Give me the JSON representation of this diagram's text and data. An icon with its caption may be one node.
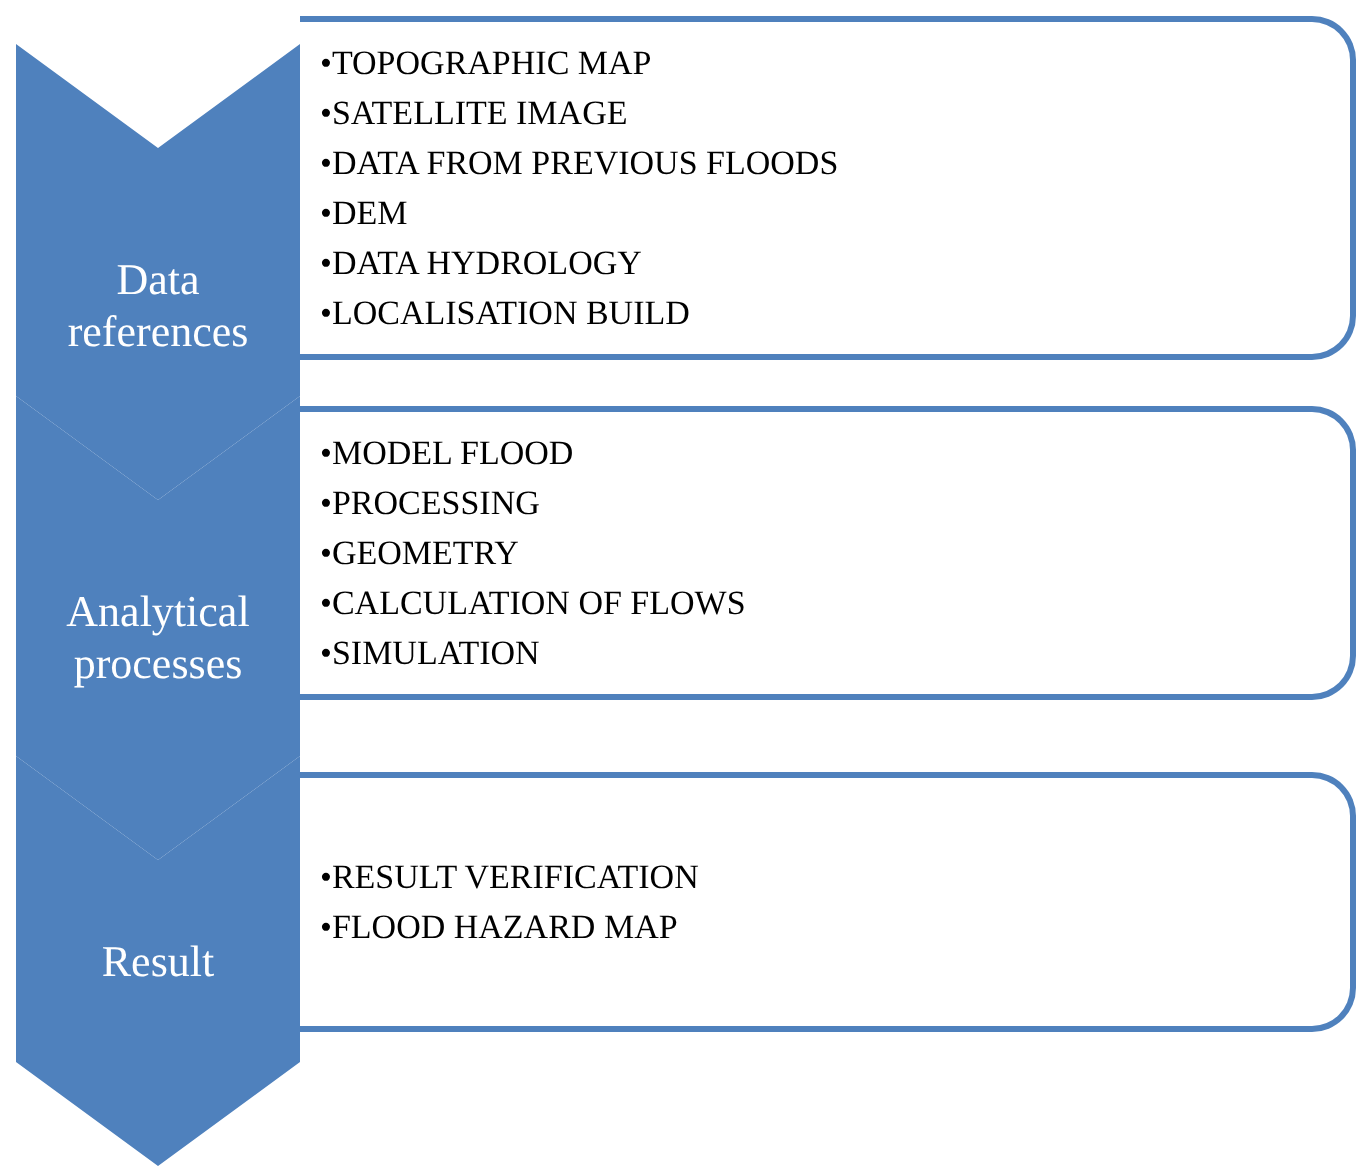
{
  "diagram": {
    "nodes": [
      {
        "text": [
          "Data references"
        ]
      },
      {
        "text": [
          "•TOPOGRAPHIC MAP",
          "•SATELLITE IMAGE",
          "•DATA FROM PREVIOUS FLOODS",
          "•DEM",
          "•DATA HYDROLOGY",
          "•LOCALISATION BUILD"
        ]
      },
      {
        "text": [
          "Analytical processes"
        ]
      },
      {
        "text": [
          "•MODEL FLOOD",
          "•PROCESSING",
          "•GEOMETRY",
          "•CALCULATION OF FLOWS",
          "•SIMULATION"
        ]
      },
      {
        "text": [
          "Result"
        ]
      },
      {
        "text": [
          "•RESULT VERIFICATION",
          "•FLOOD HAZARD MAP"
        ]
      }
    ]
  }
}
